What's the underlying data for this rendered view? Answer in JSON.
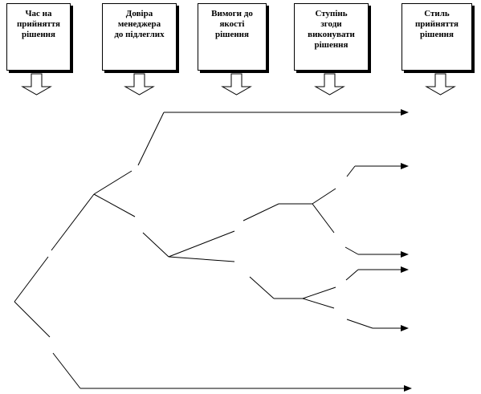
{
  "headers": [
    {
      "label": "Час на\nприйняття\nрішення"
    },
    {
      "label": "Довіра\nменеджера\nдо підлеглих"
    },
    {
      "label": "Вимоги до\nякості\nрішення"
    },
    {
      "label": "Ступінь\nзгоди\nвиконувати\nрішення"
    },
    {
      "label": "Стиль\nприйняття\nрішення"
    }
  ]
}
